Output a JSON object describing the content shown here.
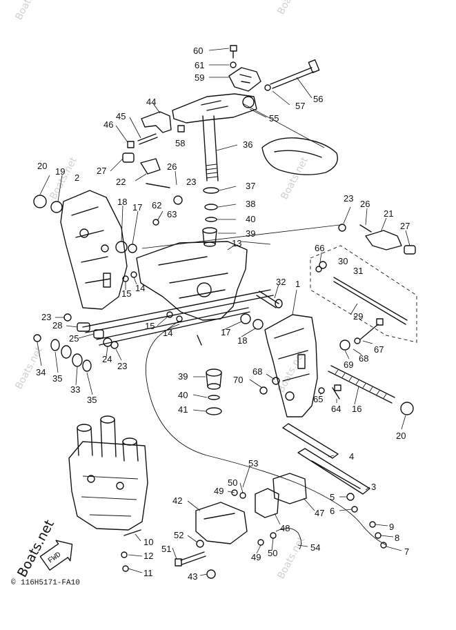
{
  "diagram": {
    "drawing_code": "116H5171-FA10",
    "brand": "Boats.net",
    "fwd_label": "FWD",
    "watermarks": [
      "Boats.net",
      "Boats.net",
      "Boats.net",
      "Boats.net",
      "Boats.net",
      "Boats.net",
      "Boats.net"
    ],
    "callouts": [
      "60",
      "61",
      "59",
      "56",
      "57",
      "55",
      "44",
      "45",
      "46",
      "58",
      "36",
      "20",
      "19",
      "2",
      "27",
      "22",
      "26",
      "23",
      "37",
      "38",
      "40",
      "39",
      "18",
      "17",
      "62",
      "63",
      "13",
      "23",
      "26",
      "21",
      "27",
      "66",
      "30",
      "31",
      "1",
      "32",
      "15",
      "14",
      "29",
      "23",
      "28",
      "25",
      "24",
      "23",
      "15",
      "14",
      "17",
      "18",
      "67",
      "68",
      "69",
      "34",
      "35",
      "33",
      "35",
      "70",
      "68",
      "65",
      "64",
      "16",
      "20",
      "39",
      "40",
      "41",
      "53",
      "4",
      "50",
      "49",
      "3",
      "42",
      "47",
      "5",
      "6",
      "48",
      "9",
      "8",
      "52",
      "51",
      "10",
      "12",
      "11",
      "43",
      "49",
      "50",
      "54",
      "7"
    ]
  }
}
